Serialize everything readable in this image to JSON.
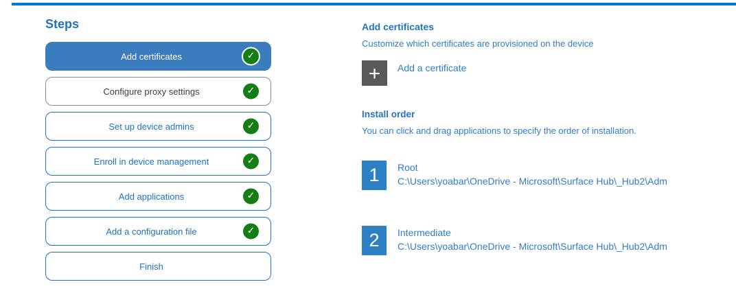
{
  "colors": {
    "accent_line": "#0078d7",
    "selected_step_bg": "#3a7cbd",
    "step_border_blue": "#1673d2",
    "step_text_blue": "#1c70c8",
    "step_border_gray": "#8c8c8c",
    "step_text_gray": "#3d3d3d",
    "check_green": "#147d14",
    "tile_gray": "#595959",
    "number_tile_blue": "#2e80c4",
    "heading_blue": "#2273bf",
    "body_blue": "#2f7cc9"
  },
  "icons": {
    "check": "✓",
    "plus": "+"
  },
  "steps_panel": {
    "title": "Steps",
    "steps": [
      {
        "label": "Add certificates",
        "completed": true,
        "state": "selected"
      },
      {
        "label": "Configure proxy settings",
        "completed": true,
        "state": "neutral"
      },
      {
        "label": "Set up device admins",
        "completed": true,
        "state": "default"
      },
      {
        "label": "Enroll in device management",
        "completed": true,
        "state": "default"
      },
      {
        "label": "Add applications",
        "completed": true,
        "state": "default"
      },
      {
        "label": "Add a configuration file",
        "completed": true,
        "state": "default"
      },
      {
        "label": "Finish",
        "completed": false,
        "state": "default"
      }
    ]
  },
  "content": {
    "title": "Add certificates",
    "description": "Customize which certificates are provisioned on the device",
    "add_certificate_label": "Add a certificate",
    "install_order": {
      "title": "Install order",
      "description": "You can click and drag applications to specify the order of installation.",
      "items": [
        {
          "number": "1",
          "name": "Root",
          "path": "C:\\Users\\yoabar\\OneDrive - Microsoft\\Surface Hub\\_Hub2\\Adm"
        },
        {
          "number": "2",
          "name": "Intermediate",
          "path": "C:\\Users\\yoabar\\OneDrive - Microsoft\\Surface Hub\\_Hub2\\Adm"
        }
      ]
    }
  }
}
